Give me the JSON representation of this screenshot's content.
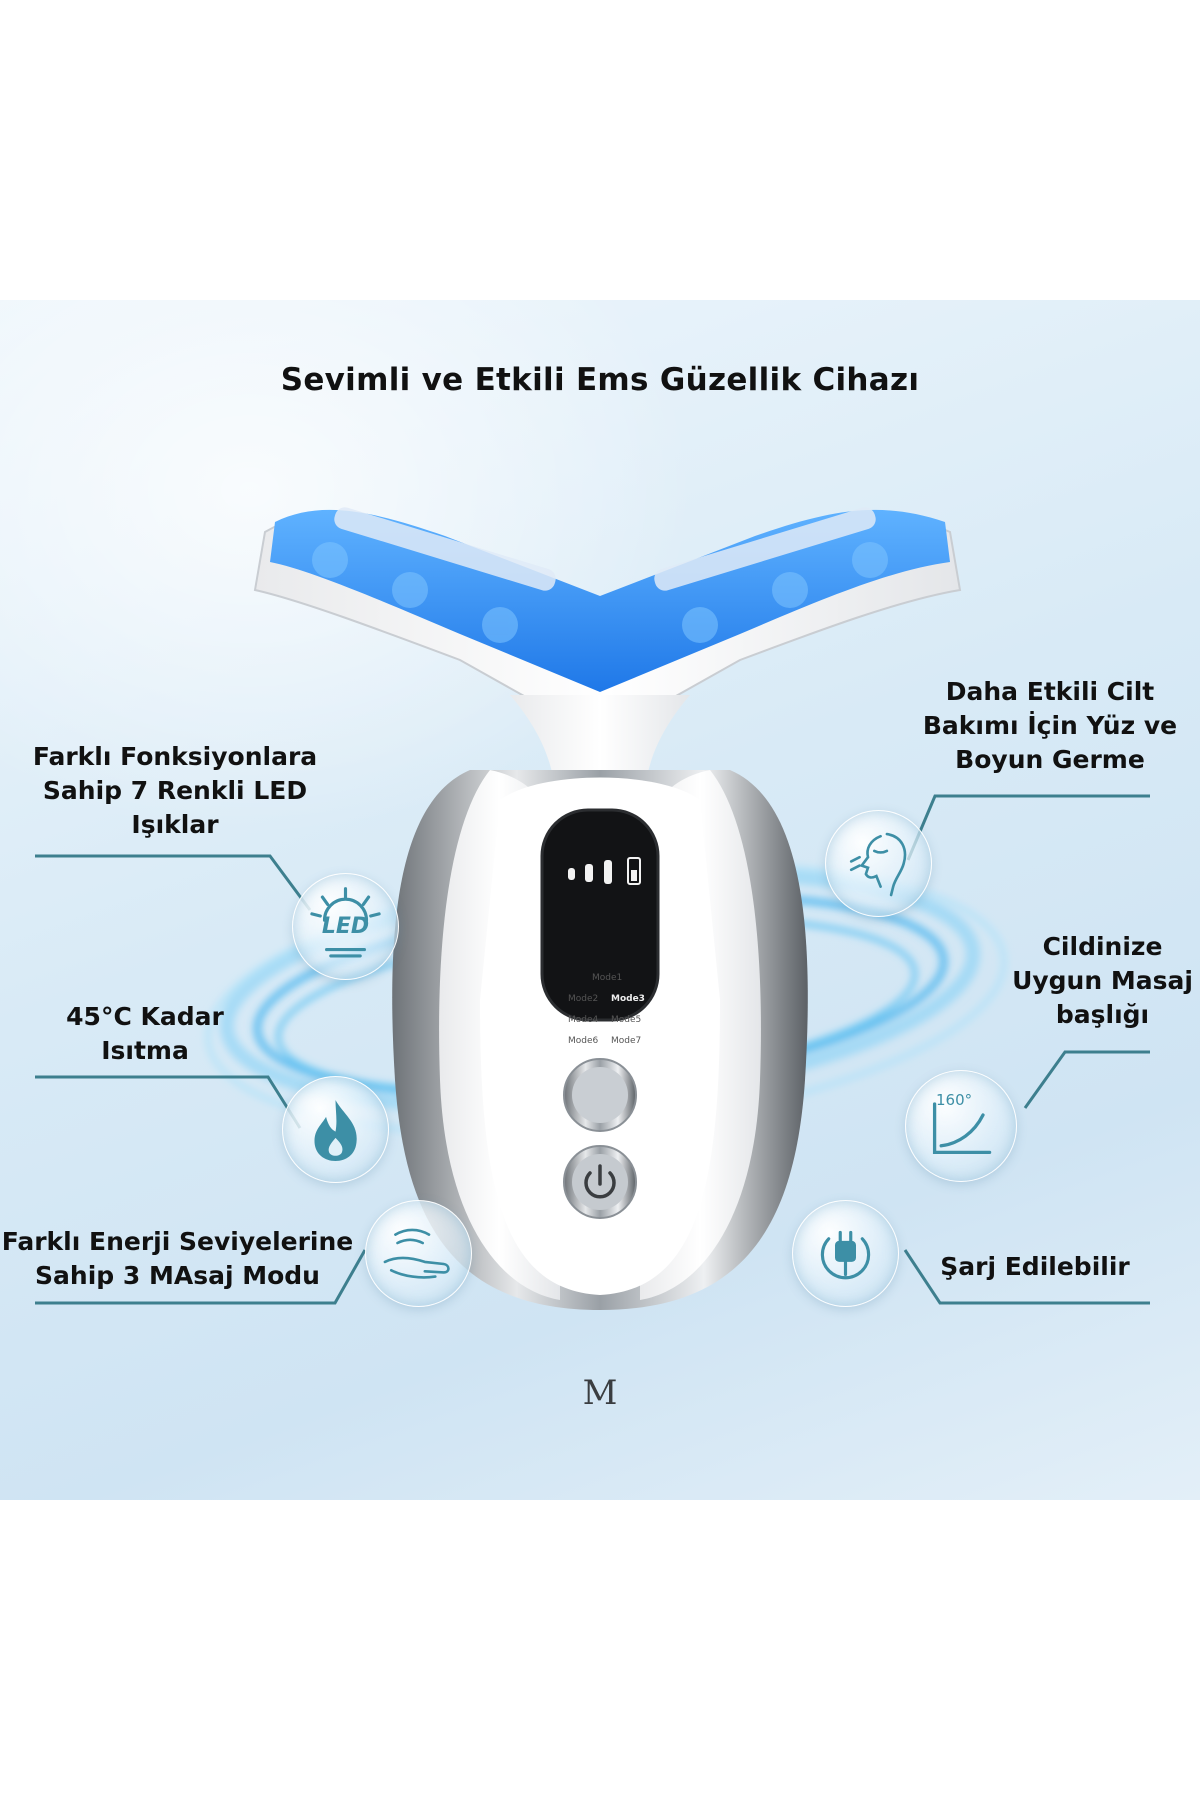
{
  "title": "Sevimli ve Etkili Ems Güzellik Cihazı",
  "features": {
    "led": {
      "lines": [
        "Farklı Fonksiyonlara",
        "Sahip 7 Renkli LED",
        "Işıklar"
      ],
      "icon": "led-lamp-icon",
      "icon_text": "LED"
    },
    "heat": {
      "lines": [
        "45°C Kadar",
        "Isıtma"
      ],
      "icon": "flame-icon"
    },
    "massage": {
      "lines": [
        "Farklı Enerji Seviyelerine",
        "Sahip 3 MAsaj Modu"
      ],
      "icon": "hand-wave-icon"
    },
    "lift": {
      "lines": [
        "Daha Etkili Cilt",
        "Bakımı İçin Yüz ve",
        "Boyun Germe"
      ],
      "icon": "face-profile-icon"
    },
    "head": {
      "lines": [
        "Cildinize",
        "Uygun Masaj",
        "başlığı"
      ],
      "icon": "angle-160-icon",
      "icon_text": "160°"
    },
    "charge": {
      "lines": [
        "Şarj Edilebilir"
      ],
      "icon": "plug-icon"
    }
  },
  "device": {
    "modes": [
      "Mode1",
      "Mode2",
      "Mode3",
      "Mode4",
      "Mode5",
      "Mode6",
      "Mode7"
    ],
    "active_mode": "Mode3",
    "mode_button": "M"
  },
  "colors": {
    "line": "#3d7f8e",
    "led_blue": "#2f8df0",
    "icon": "#3d8fa6"
  }
}
